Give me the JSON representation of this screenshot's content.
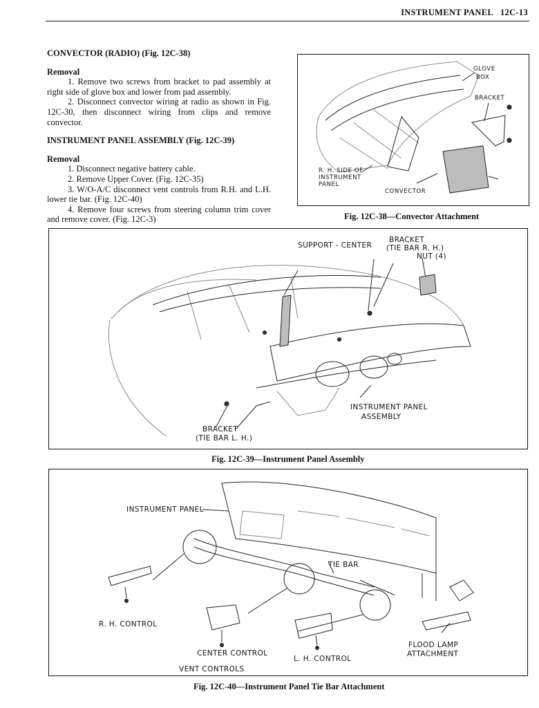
{
  "header": {
    "section": "INSTRUMENT PANEL",
    "page": "12C-13"
  },
  "convector": {
    "heading": "CONVECTOR (RADIO) (Fig. 12C-38)",
    "removal_label": "Removal",
    "steps": [
      "1. Remove two screws from bracket to pad assembly at right side of glove box and lower from pad assembly.",
      "2. Disconnect convector wiring at radio as shown in Fig. 12C-30, then disconnect wiring from clips and remove convector."
    ]
  },
  "instrument_panel_assembly": {
    "heading": "INSTRUMENT PANEL ASSEMBLY (Fig. 12C-39)",
    "removal_label": "Removal",
    "steps": [
      "1. Disconnect negative battery cable.",
      "2. Remove Upper Cover. (Fig. 12C-35)",
      "3. W/O-A/C disconnect vent controls from R.H. and L.H. lower tie bar. (Fig. 12C-40)",
      "4. Remove four screws from steering column trim cover and remove cover. (Fig. 12C-3)"
    ]
  },
  "fig_38": {
    "caption": "Fig. 12C-38—Convector Attachment",
    "labels": {
      "glove_box_1": "GLOVE",
      "glove_box_2": "BOX",
      "bracket": "BRACKET",
      "rh_side_1": "R. H. SIDE OF",
      "rh_side_2": "INSTRUMENT",
      "rh_side_3": "PANEL",
      "convector": "CONVECTOR"
    }
  },
  "fig_39": {
    "caption": "Fig. 12C-39—Instrument Panel Assembly",
    "labels": {
      "support_center": "SUPPORT - CENTER",
      "bracket_rh_1": "BRACKET",
      "bracket_rh_2": "(TIE BAR R. H.)",
      "nut": "NUT (4)",
      "ip_assembly_1": "INSTRUMENT PANEL",
      "ip_assembly_2": "ASSEMBLY",
      "bracket_lh_1": "BRACKET",
      "bracket_lh_2": "(TIE BAR L. H.)"
    }
  },
  "fig_40": {
    "caption": "Fig. 12C-40—Instrument Panel Tie Bar Attachment",
    "labels": {
      "instrument_panel": "INSTRUMENT PANEL",
      "tie_bar": "TIE BAR",
      "rh_control": "R. H. CONTROL",
      "center_control": "CENTER CONTROL",
      "lh_control": "L. H. CONTROL",
      "vent_controls": "VENT CONTROLS",
      "flood_lamp_1": "FLOOD LAMP",
      "flood_lamp_2": "ATTACHMENT"
    }
  }
}
